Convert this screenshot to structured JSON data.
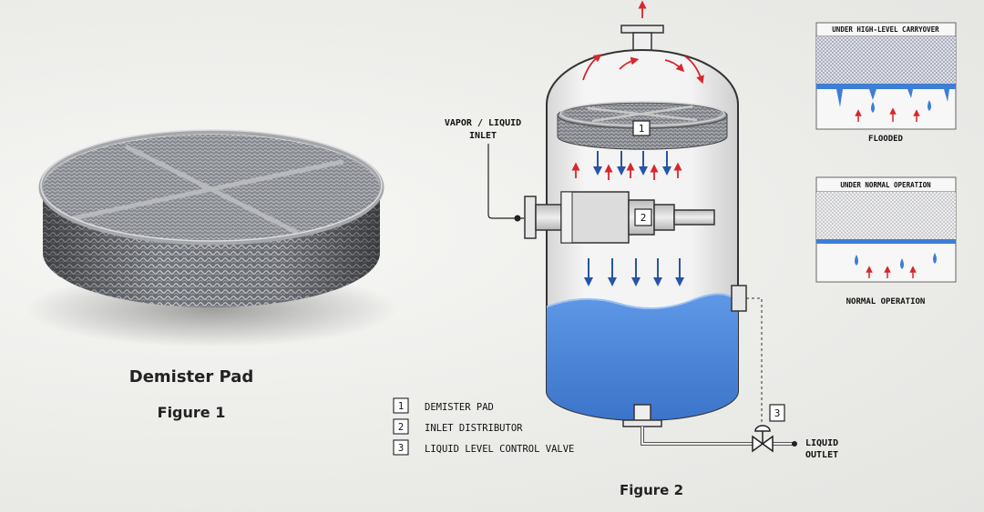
{
  "figure1": {
    "title": "Demister Pad",
    "caption": "Figure 1"
  },
  "figure2": {
    "caption": "Figure 2",
    "callouts": {
      "demister": "1",
      "distributor": "2",
      "valve": "3"
    },
    "labels": {
      "inlet_line1": "VAPOR / LIQUID",
      "inlet_line2": "INLET",
      "outlet_line1": "LIQUID",
      "outlet_line2": "OUTLET"
    },
    "legend": [
      {
        "num": "1",
        "text": "DEMISTER PAD"
      },
      {
        "num": "2",
        "text": "INLET DISTRIBUTOR"
      },
      {
        "num": "3",
        "text": "LIQUID LEVEL CONTROL VALVE"
      }
    ],
    "panels": {
      "top_title": "UNDER HIGH-LEVEL CARRYOVER",
      "top_caption": "FLOODED",
      "bottom_title": "UNDER NORMAL OPERATION",
      "bottom_caption": "NORMAL OPERATION"
    },
    "colors": {
      "liquid": "#3d7ed6",
      "vapor_arrow": "#d8262b",
      "liquid_arrow": "#2754a8",
      "mesh": "#8a8d93",
      "vessel": "#f2f2f2"
    }
  }
}
